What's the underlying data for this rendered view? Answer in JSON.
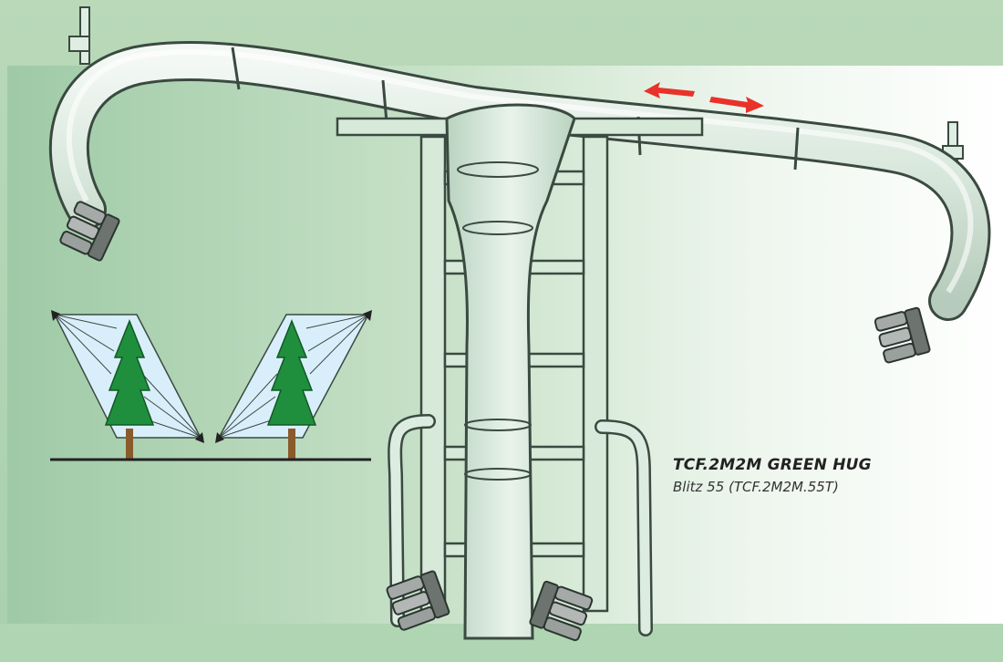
{
  "product": {
    "title": "TCF.2M2M GREEN HUG",
    "subtitle": "Blitz 55 (TCF.2M2M.55T)"
  },
  "illustration": {
    "machine": "overhead-boom-sprayer",
    "motion_indicator": "horizontal-adjustment-arrows",
    "diagram": "spray-coverage-on-trees",
    "colors": {
      "arrow": "#e8322a",
      "tree": "#1f8f3e",
      "trunk": "#8a5a2b",
      "spray": "#d9eefb",
      "frame": "#cfe5d4",
      "outline": "#3a4a40"
    }
  }
}
